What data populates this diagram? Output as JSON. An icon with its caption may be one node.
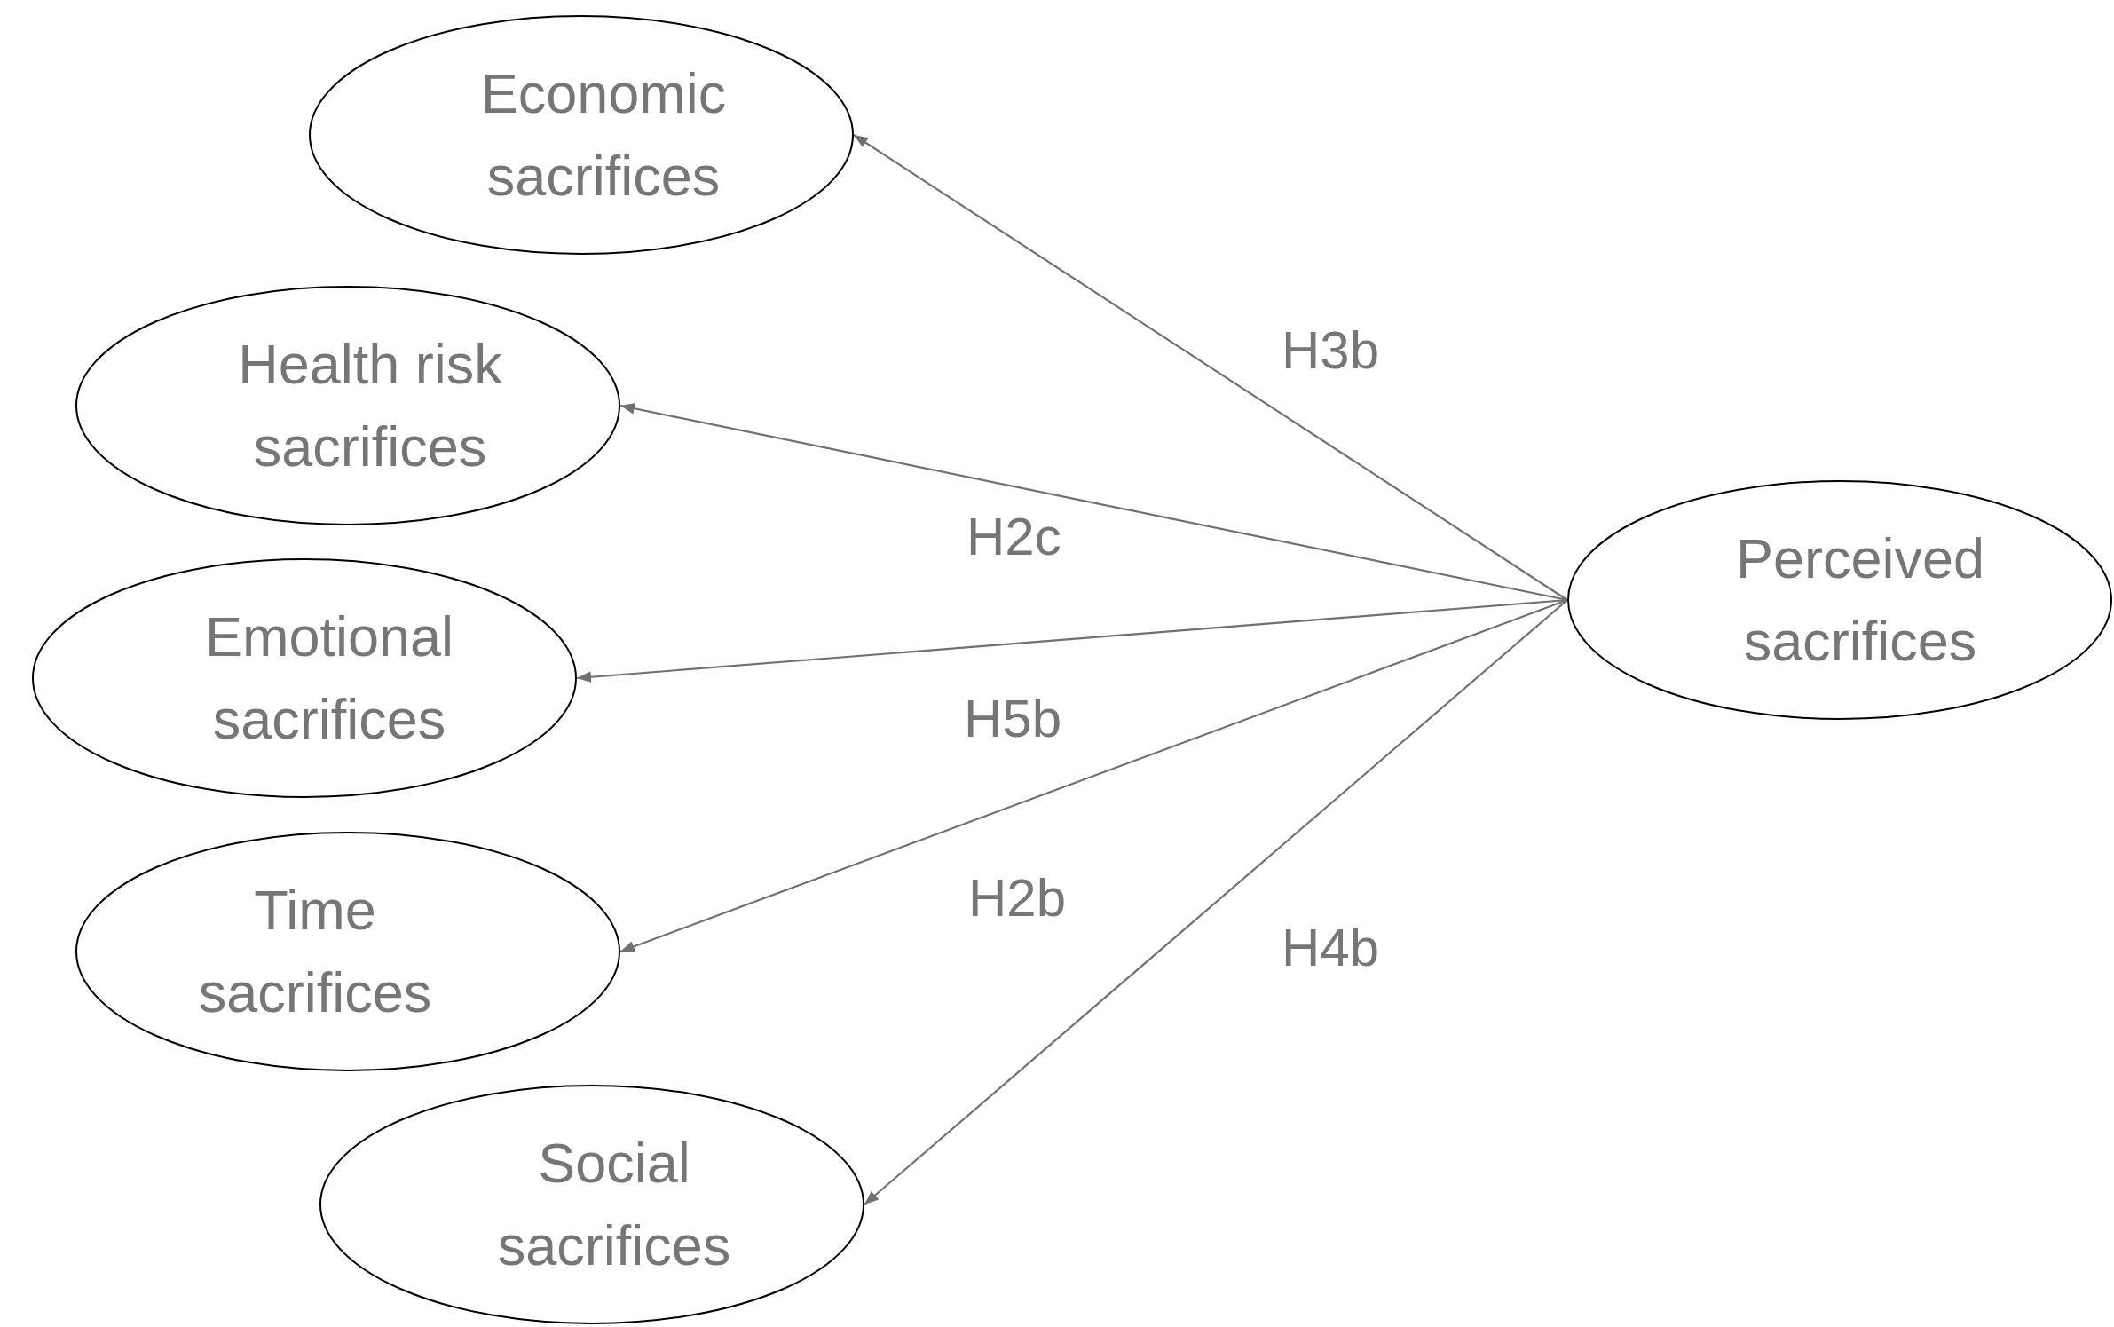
{
  "diagram": {
    "nodes": [
      {
        "text": [
          "Economic sacrifices"
        ]
      },
      {
        "text": [
          "Health risk sacrifices"
        ]
      },
      {
        "text": [
          "Emotional sacrifices"
        ]
      },
      {
        "text": [
          "Time sacrifices"
        ]
      },
      {
        "text": [
          "Social sacrifices"
        ]
      },
      {
        "text": [
          "Perceived sacrifices"
        ]
      }
    ],
    "edges": [
      {
        "from": 5,
        "to": 0,
        "arrow": "to",
        "label": "H3b"
      },
      {
        "from": 5,
        "to": 1,
        "arrow": "to",
        "label": "H2c"
      },
      {
        "from": 5,
        "to": 2,
        "arrow": "to",
        "label": "H5b"
      },
      {
        "from": 5,
        "to": 3,
        "arrow": "to",
        "label": "H2b"
      },
      {
        "from": 5,
        "to": 4,
        "arrow": "to",
        "label": "H4b"
      }
    ]
  }
}
